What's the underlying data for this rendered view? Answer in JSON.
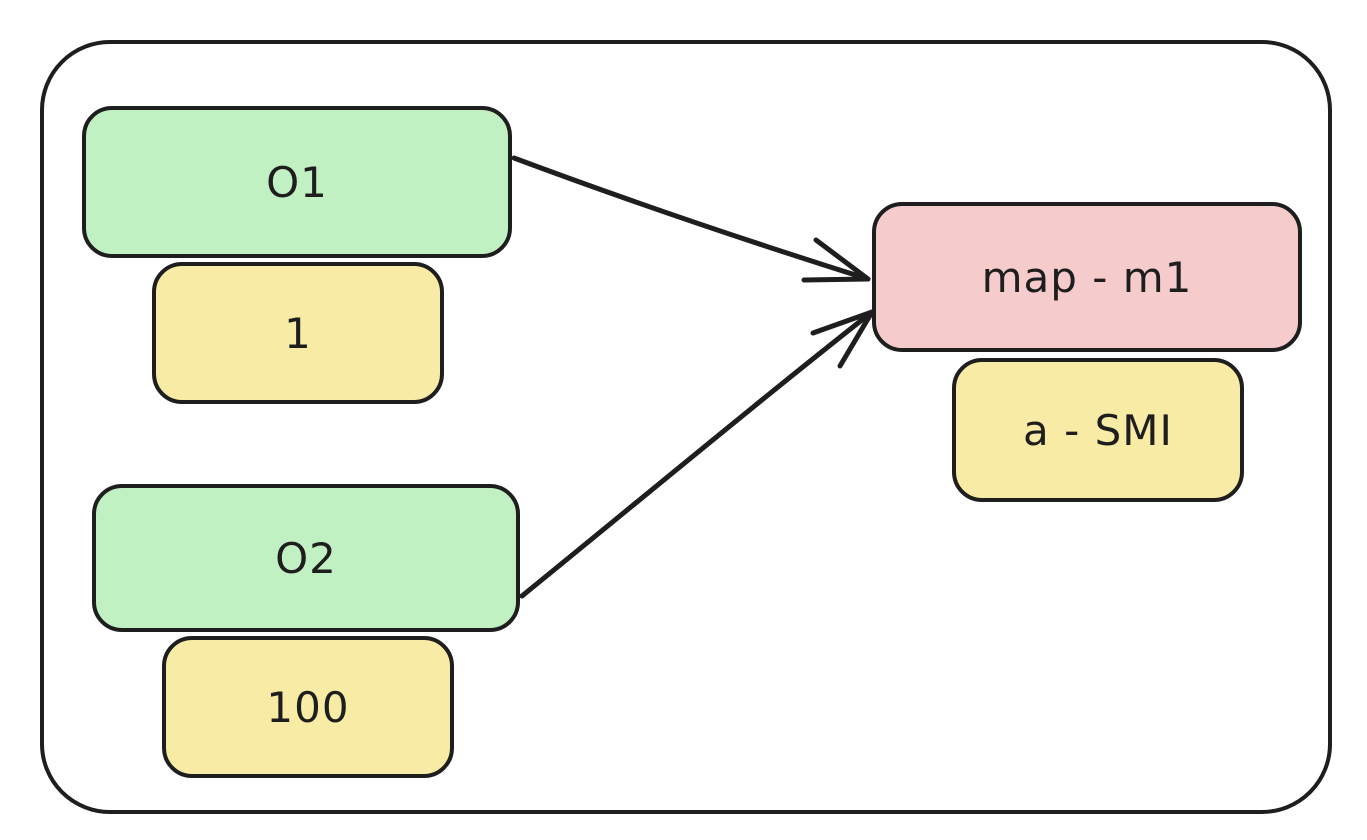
{
  "nodes": {
    "o1": {
      "label": "O1",
      "value": "1"
    },
    "o2": {
      "label": "O2",
      "value": "100"
    },
    "map": {
      "label": "map - m1",
      "value": "a - SMI"
    }
  },
  "edges": [
    {
      "from": "O1",
      "to": "map - m1"
    },
    {
      "from": "O2",
      "to": "map - m1"
    }
  ],
  "colors": {
    "stroke": "#1e1e1e",
    "object_fill": "#c1f0c2",
    "value_fill": "#f8eba5",
    "map_fill": "#f5cbcb"
  }
}
